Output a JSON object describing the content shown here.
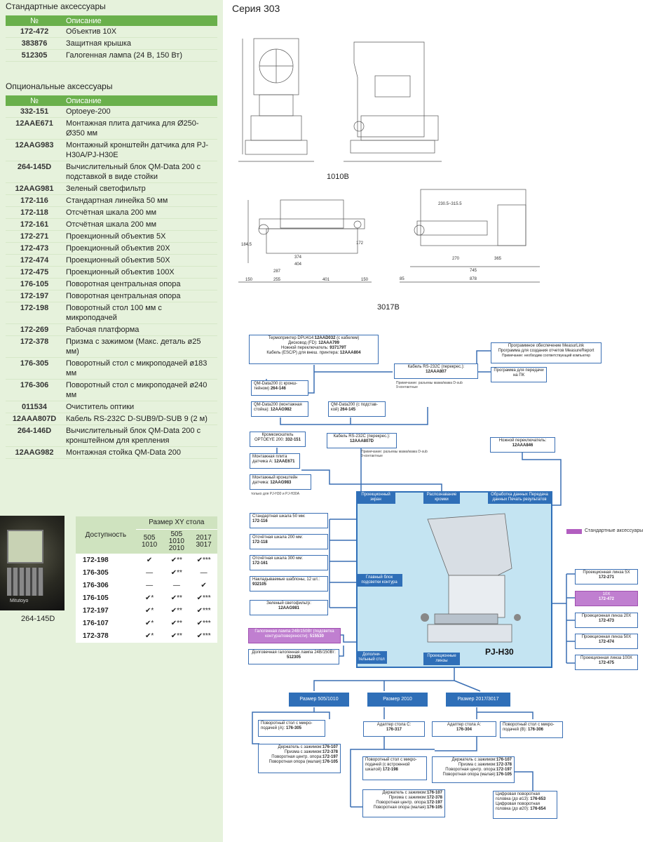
{
  "std": {
    "title": "Стандартные аксессуары",
    "col_num": "№",
    "col_desc": "Описание",
    "rows": [
      {
        "num": "172-472",
        "desc": "Объектив 10X"
      },
      {
        "num": "383876",
        "desc": "Защитная крышка"
      },
      {
        "num": "512305",
        "desc": "Галогенная лампа (24 В, 150 Вт)"
      }
    ]
  },
  "opt": {
    "title": "Опциональные аксессуары",
    "col_num": "№",
    "col_desc": "Описание",
    "rows": [
      {
        "num": "332-151",
        "desc": "Optoeye-200"
      },
      {
        "num": "12AAE671",
        "desc": "Монтажная плита датчика для Ø250-Ø350 мм"
      },
      {
        "num": "12AAG983",
        "desc": "Монтажный кронштейн датчика для PJ-H30A/PJ-H30E"
      },
      {
        "num": "264-145D",
        "desc": "Вычислительный блок QM-Data 200 с подставкой в виде стойки"
      },
      {
        "num": "12AAG981",
        "desc": "Зеленый светофильтр"
      },
      {
        "num": "172-116",
        "desc": "Стандартная линейка 50 мм"
      },
      {
        "num": "172-118",
        "desc": "Отсчётная шкала 200 мм"
      },
      {
        "num": "172-161",
        "desc": "Отсчётная шкала 200 мм"
      },
      {
        "num": "172-271",
        "desc": "Проекционный объектив 5X"
      },
      {
        "num": "172-473",
        "desc": "Проекционный объектив 20X"
      },
      {
        "num": "172-474",
        "desc": "Проекционный объектив 50X"
      },
      {
        "num": "172-475",
        "desc": "Проекционный объектив 100X"
      },
      {
        "num": "176-105",
        "desc": "Поворотная центральная опора"
      },
      {
        "num": "172-197",
        "desc": "Поворотная центральная опора"
      },
      {
        "num": "172-198",
        "desc": "Поворотный стол 100 мм с микроподачей"
      },
      {
        "num": "172-269",
        "desc": "Рабочая платформа"
      },
      {
        "num": "172-378",
        "desc": "Призма с зажимом (Макс. деталь ø25 мм)"
      },
      {
        "num": "176-305",
        "desc": "Поворотный стол с микроподачей ø183 мм"
      },
      {
        "num": "176-306",
        "desc": "Поворотный стол с микроподачей ø240 мм"
      },
      {
        "num": "011534",
        "desc": "Очиститель оптики"
      },
      {
        "num": "12AAA807D",
        "desc": "Кабель RS-232C D-SUB9/D-SUB 9 (2 м)"
      },
      {
        "num": "264-146D",
        "desc": "Вычислительный блок QM-Data 200 с кронштейном для крепления"
      },
      {
        "num": "12AAG982",
        "desc": "Монтажная стойка QM-Data 200"
      }
    ]
  },
  "photo": {
    "caption": "264-145D",
    "badge": "Mitutoyo"
  },
  "avail": {
    "label": "Доступность",
    "size_header": "Размер XY стола",
    "cols": [
      "505\n1010",
      "505\n1010\n2010",
      "2017\n3017"
    ],
    "rows": [
      {
        "code": "172-198",
        "v": [
          "✔",
          "✔**",
          "✔***"
        ]
      },
      {
        "code": "176-305",
        "v": [
          "—",
          "✔**",
          "—"
        ]
      },
      {
        "code": "176-306",
        "v": [
          "—",
          "—",
          "✔"
        ]
      },
      {
        "code": "176-105",
        "v": [
          "✔*",
          "✔**",
          "✔***"
        ]
      },
      {
        "code": "172-197",
        "v": [
          "✔*",
          "✔**",
          "✔***"
        ]
      },
      {
        "code": "176-107",
        "v": [
          "✔*",
          "✔**",
          "✔***"
        ]
      },
      {
        "code": "172-378",
        "v": [
          "✔*",
          "✔**",
          "✔***"
        ]
      }
    ]
  },
  "series": "Серия 303",
  "drawings": {
    "cap1": "1010B",
    "cap2": "3017B",
    "dims1": [
      "374",
      "404",
      "287",
      "255",
      "401",
      "150",
      "150",
      "184.5",
      "172"
    ],
    "dims2": [
      "230.5~315.5",
      "270",
      "365",
      "745",
      "878",
      "85"
    ]
  },
  "diagram": {
    "printer": {
      "l1": "Термопринтер DPU414:",
      "v1": "12AAD032",
      "s1": "(с кабелем)",
      "l2": "Дисковод (FD):",
      "v2": "12AAA799",
      "l3": "Ножной переключатель:",
      "v3": "937179T",
      "l4": "Кабель (ESC/P) для внеш. принтера:",
      "v4": "12AAA804"
    },
    "software": {
      "l1": "Программное обеспечение MeasurLink",
      "l2": "Программа для создания отчетов MeasureReport",
      "l3": "Примечание: необходим соответствующий компьютер"
    },
    "cable1": {
      "l": "Кабель RS-232C (перекрес.):",
      "v": "12AAA807",
      "note": "Примечание: разъемы мама/мама D-sub 9-контактные"
    },
    "pc": "Программа для передачи на ПК",
    "qm_bracket": {
      "l": "QM-Data200 (с кронш-тейном)",
      "v": "264-146"
    },
    "qm_mount": {
      "l": "QM-Data200 (монтажная стойка):",
      "v": "12AAG982"
    },
    "qm_stand": {
      "l": "QM-Data200 (с подстав-кой)",
      "v": "264-145"
    },
    "optoeye": {
      "l": "Кромкоискатель OPTOEYE 200:",
      "v": "332-151"
    },
    "cable2": {
      "l": "Кабель RS-232C (перекрес.):",
      "v": "12AAA807D",
      "note": "Примечание: разъемы мама/мама D-sub 9-контактные"
    },
    "foot": {
      "l": "Ножной переключатель:",
      "v": "12AAA846"
    },
    "plate": {
      "l": "Монтажная плита датчика А:",
      "v": "12AAE671"
    },
    "bracket": {
      "l": "Монтажный кронштейн датчика:",
      "v": "12AAG983",
      "note": "только для PJ-H30 и PJ-H30A"
    },
    "proj_screen": "Проекционный экран",
    "edge_det": "Распознавание кромки",
    "data_proc": "Обработка данных Передача данных Печать результатов",
    "main_light": "Главный блок подсветки контура",
    "extra_table": "Дополни-тельный стол",
    "proj_lens": "Проекционные линзы",
    "model": "PJ-H30",
    "ruler50": {
      "l": "Стандартная шкала 50 мм:",
      "v": "172-116"
    },
    "scale200": {
      "l": "Отсчётная шкала 200 мм:",
      "v": "172-118"
    },
    "scale300": {
      "l": "Отсчётная шкала 300 мм:",
      "v": "172-161"
    },
    "templates": {
      "l": "Накладываемые шаблоны, 12 шт.:",
      "v": "932105"
    },
    "green": {
      "l": "Зеленый светофильтр:",
      "v": "12AAG981"
    },
    "lamp": {
      "l": "Галогенная лампа 24В/150Вт (подсветка контура/поверхности):",
      "v": "515530"
    },
    "lamp_long": {
      "l": "Долговечная галогенная лампа 24В/150Вт:",
      "v": "512305"
    },
    "legend": "Стандартные аксессуары",
    "lens5": {
      "l": "Проекционная линза 5X",
      "v": "172-271"
    },
    "lens10": {
      "l": "10X",
      "v": "172-472"
    },
    "lens20": {
      "l": "Проекционная линза 20X",
      "v": "172-473"
    },
    "lens50": {
      "l": "Проекционная линза 50X",
      "v": "172-474"
    },
    "lens100": {
      "l": "Проекционная линза 100X",
      "v": "172-475"
    },
    "size1": "Размер 505/1010",
    "size2": "Размер 2010",
    "size3": "Размер 2017/3017",
    "rot_a": {
      "l": "Поворотный стол с микро-подачей (А):",
      "v": "176-305"
    },
    "adapt_c": {
      "l": "Адаптер стола С:",
      "v": "176-317"
    },
    "adapt_a": {
      "l": "Адаптер стола А:",
      "v": "176-304"
    },
    "rot_b": {
      "l": "Поворотный стол с микро-подачей (В):",
      "v": "176-306"
    },
    "holder1": {
      "l1": "Держатель с зажимом:",
      "v1": "176-107",
      "l2": "Призма с зажимом:",
      "v2": "172-378",
      "l3": "Поворотная центр. опора:",
      "v3": "172-197",
      "l4": "Поворотная опора (малая):",
      "v4": "176-105"
    },
    "rot_scale": {
      "l": "Поворотный стол с микро-подачей (с встроенной шкалой)",
      "v": "172-198"
    },
    "holder2": {
      "l1": "Держатель с зажимом:",
      "v1": "176-107",
      "l2": "Призма с зажимом:",
      "v2": "172-378",
      "l3": "Поворотная центр. опора:",
      "v3": "172-197",
      "l4": "Поворотная опора (малая):",
      "v4": "176-105"
    },
    "holder3": {
      "l1": "Держатель с зажимом:",
      "v1": "176-107",
      "l2": "Призма с зажимом:",
      "v2": "172-378",
      "l3": "Поворотная центр. опора:",
      "v3": "172-197",
      "l4": "Поворотная опора (малая):",
      "v4": "176-105"
    },
    "digital": {
      "l1": "Цифровая поворотная головка (до ø13):",
      "v1": "176-653",
      "l2": "Цифровая поворотная головка (до ø20):",
      "v2": "176-654"
    }
  },
  "colors": {
    "green_header": "#6ab04c",
    "left_bg": "#e6f2dc",
    "diagram_blue": "#2f6fb8",
    "cube_bg": "#c4e4f2",
    "std_accessory": "#b25ec0"
  }
}
